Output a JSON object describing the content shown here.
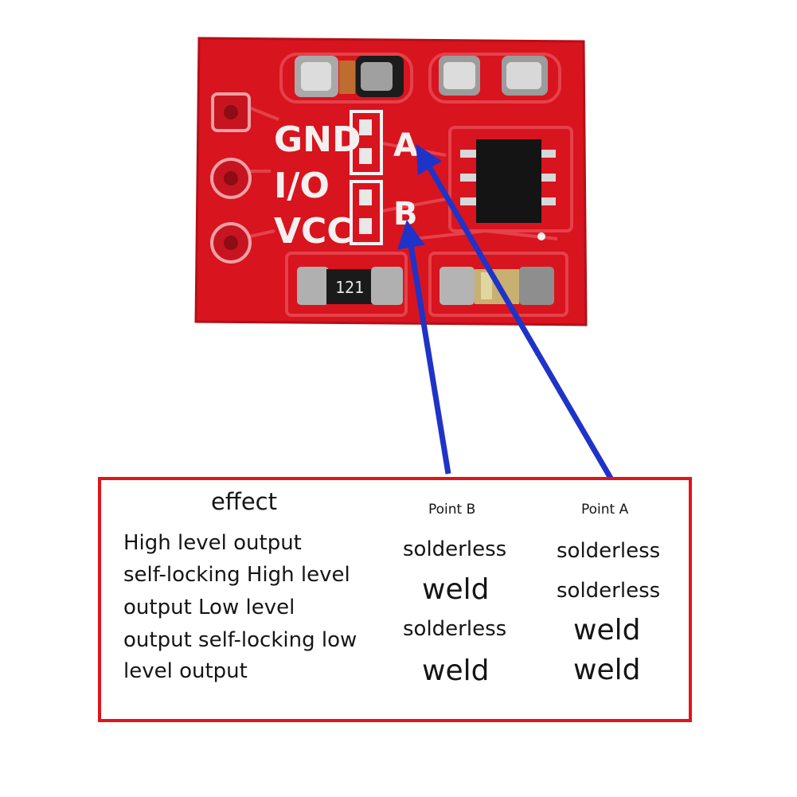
{
  "board": {
    "pin_labels": [
      "GND",
      "I/O",
      "VCC"
    ],
    "point_labels": [
      "A",
      "B"
    ],
    "resistor_marking": "121"
  },
  "table": {
    "header_effect": "effect",
    "header_point_b": "Point B",
    "header_point_a": "Point A",
    "effect_lines": [
      "High level output",
      "self-locking High level",
      "output Low level",
      "output self-locking low",
      "level output"
    ],
    "point_b_values": [
      "solderless",
      "weld",
      "solderless",
      "weld"
    ],
    "point_a_values": [
      "solderless",
      "solderless",
      "weld",
      "weld"
    ]
  },
  "colors": {
    "pcb_red": "#d8141f",
    "frame_red": "#e0141b",
    "arrow_blue": "#1f33c8"
  }
}
